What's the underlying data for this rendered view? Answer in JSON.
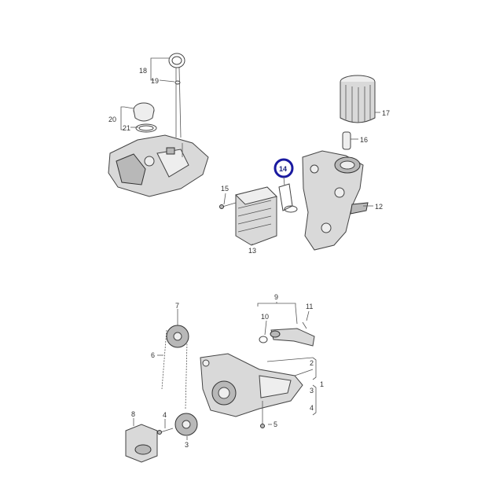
{
  "colors": {
    "background": "#ffffff",
    "highlight_ring": "#1a1aa0",
    "line": "#555555",
    "part_fill": "#d9d9d9"
  },
  "callouts": {
    "n1": "1",
    "n2": "2",
    "n3": "3",
    "n4": "4",
    "n5": "5",
    "n6": "6",
    "n7": "7",
    "n8": "8",
    "n9": "9",
    "n10": "10",
    "n11": "11",
    "n12": "12",
    "n13": "13",
    "n14": "14",
    "n15": "15",
    "n16": "16",
    "n17": "17",
    "n18": "18",
    "n19": "19",
    "n20": "20",
    "n21": "21"
  },
  "highlighted_callout": "14"
}
